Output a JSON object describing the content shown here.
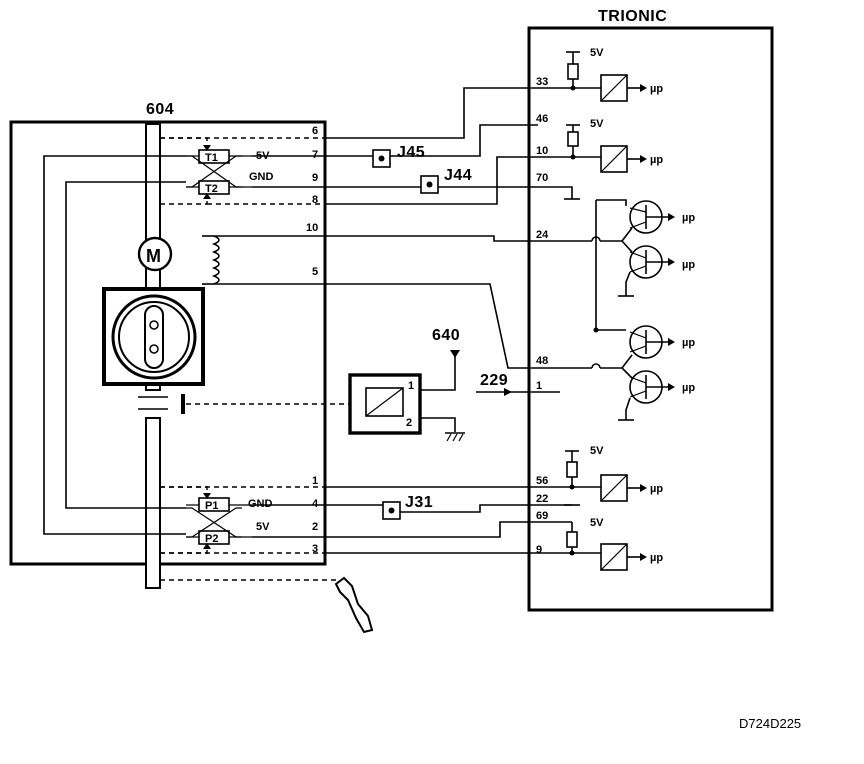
{
  "blocks": {
    "ecu_title": "TRIONIC",
    "unit_title": "604",
    "relay_ref": "640",
    "input_ref": "229",
    "drawing_code": "D724D225"
  },
  "connectors": {
    "j45": "J45",
    "j44": "J44",
    "j31": "J31"
  },
  "components": {
    "motor": "M",
    "t1": "T1",
    "t2": "T2",
    "p1": "P1",
    "p2": "P2",
    "relay_pin_1": "1",
    "relay_pin_2": "2"
  },
  "supply": {
    "five_volt": "5V",
    "ground": "GND",
    "micro": "µp"
  },
  "unit_pins": [
    "6",
    "7",
    "9",
    "8",
    "10",
    "5",
    "1",
    "4",
    "2",
    "3"
  ],
  "ecu_pins": [
    "33",
    "46",
    "10",
    "70",
    "24",
    "48",
    "1",
    "56",
    "22",
    "69",
    "9"
  ]
}
